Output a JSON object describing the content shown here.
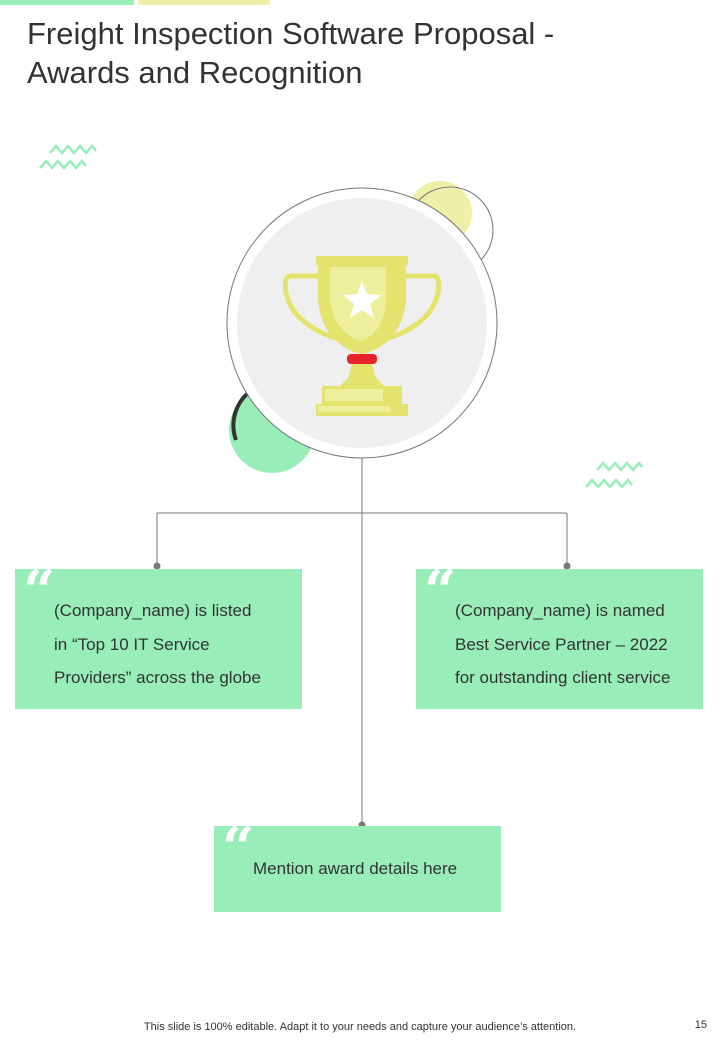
{
  "slide": {
    "title_line1": "Freight Inspection Software Proposal -",
    "title_line2": "Awards and Recognition",
    "page_number": "15",
    "footer": "This slide is 100% editable. Adapt it to your needs and capture your audience’s attention."
  },
  "cards": {
    "left": {
      "lines": [
        "(Company_name) is listed",
        "in “Top 10 IT Service",
        "Providers” across the globe"
      ]
    },
    "right": {
      "lines": [
        "(Company_name) is named",
        "Best Service Partner – 2022",
        "for outstanding client service"
      ]
    },
    "bottom": {
      "lines": [
        "Mention award details here"
      ]
    }
  },
  "quote_glyph": "“",
  "icons": [
    "trophy-icon",
    "star-icon",
    "zigzag-decoration",
    "quote-icon"
  ],
  "colors": {
    "card_green": "#98edb9",
    "accent_yellow": "#eeefa9",
    "trophy_yellow": "#e3e36e",
    "trophy_light": "#eeef9d",
    "ribbon_red": "#e8242a",
    "circle_gray": "#efefef"
  }
}
